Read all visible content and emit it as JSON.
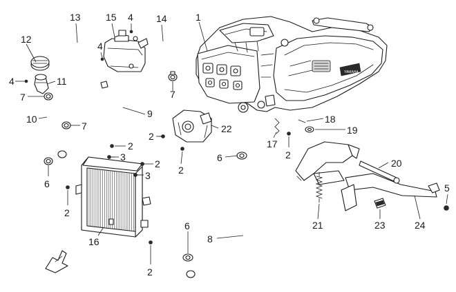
{
  "callouts": [
    {
      "id": "1",
      "label": "1"
    },
    {
      "id": "2",
      "label": "2"
    },
    {
      "id": "3",
      "label": "3"
    },
    {
      "id": "4",
      "label": "4"
    },
    {
      "id": "5",
      "label": "5"
    },
    {
      "id": "6",
      "label": "6"
    },
    {
      "id": "7",
      "label": "7"
    },
    {
      "id": "8",
      "label": "8"
    },
    {
      "id": "9",
      "label": "9"
    },
    {
      "id": "10",
      "label": "10"
    },
    {
      "id": "11",
      "label": "11"
    },
    {
      "id": "12",
      "label": "12"
    },
    {
      "id": "13",
      "label": "13"
    },
    {
      "id": "14",
      "label": "14"
    },
    {
      "id": "15",
      "label": "15"
    },
    {
      "id": "16",
      "label": "16"
    },
    {
      "id": "17",
      "label": "17"
    },
    {
      "id": "18",
      "label": "18"
    },
    {
      "id": "19",
      "label": "19"
    },
    {
      "id": "20",
      "label": "20"
    },
    {
      "id": "21",
      "label": "21"
    },
    {
      "id": "22",
      "label": "22"
    },
    {
      "id": "23",
      "label": "23"
    },
    {
      "id": "24",
      "label": "24"
    }
  ],
  "engine_badge": "YAMAHA"
}
